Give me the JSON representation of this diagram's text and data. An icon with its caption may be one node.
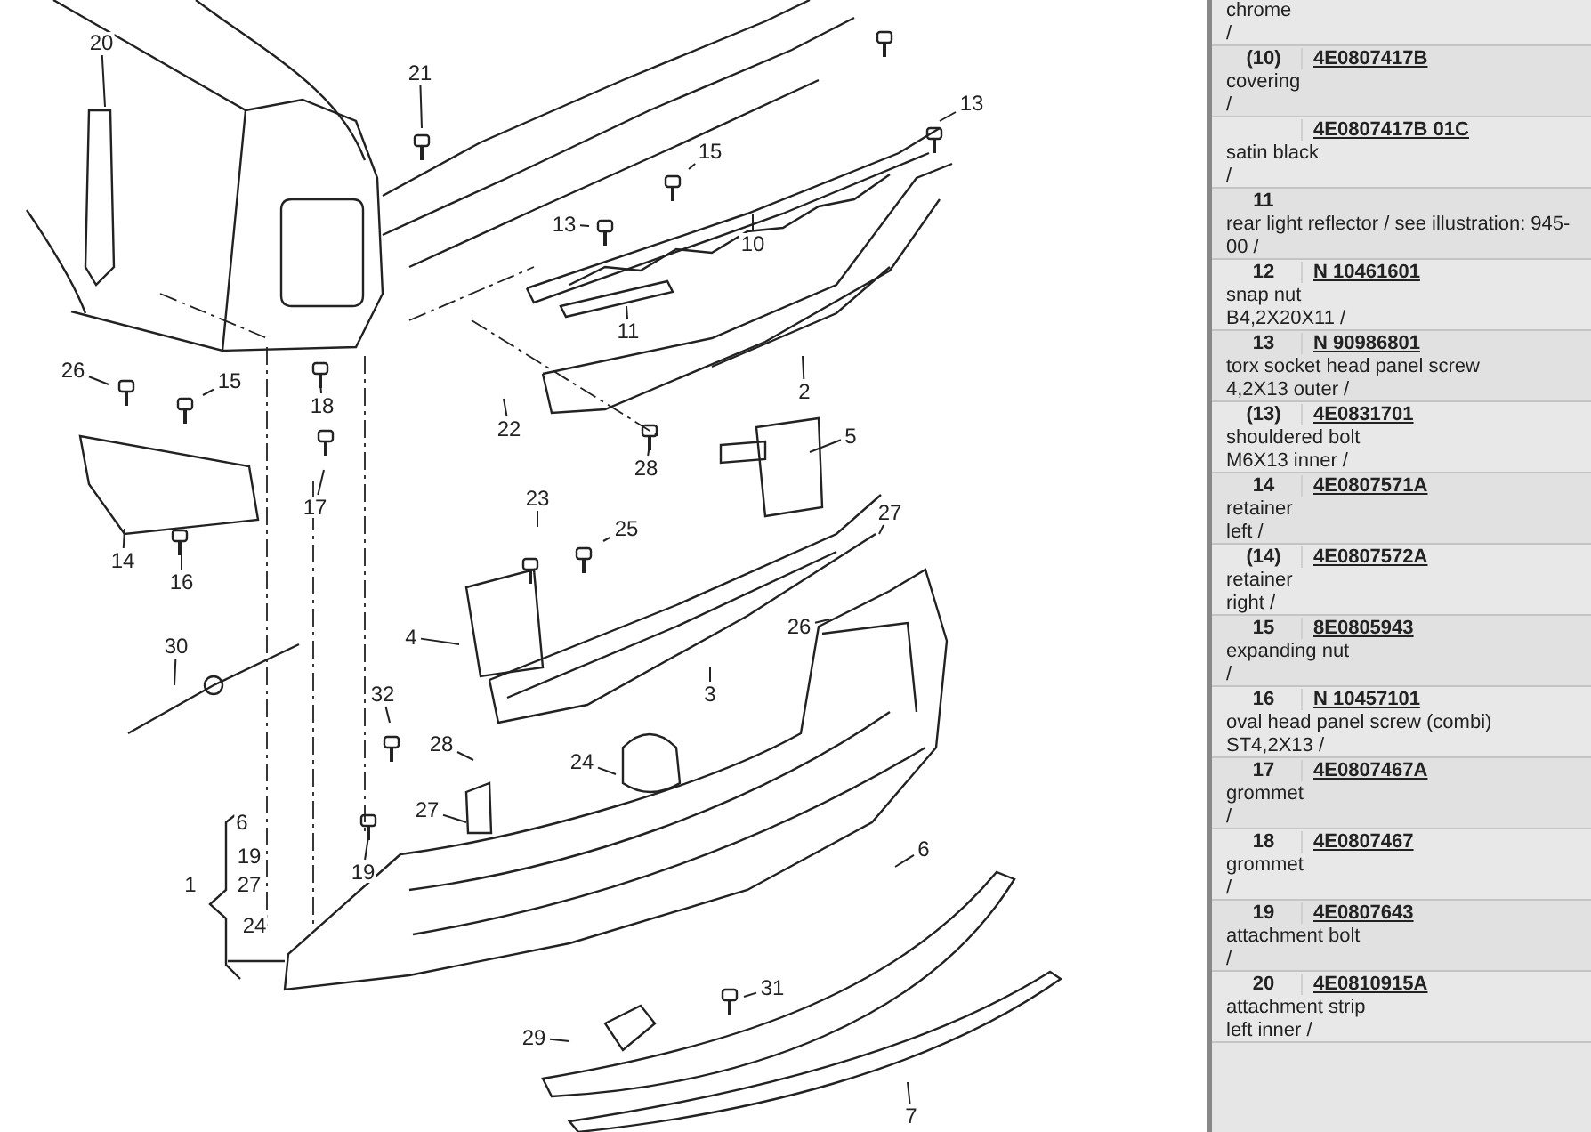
{
  "diagram": {
    "nodes": [
      {
        "text": [
          "20"
        ]
      },
      {
        "text": [
          "21"
        ]
      },
      {
        "text": [
          "13"
        ]
      },
      {
        "text": [
          "15"
        ]
      },
      {
        "text": [
          "13"
        ]
      },
      {
        "text": [
          "10"
        ]
      },
      {
        "text": [
          "11"
        ]
      },
      {
        "text": [
          "26"
        ]
      },
      {
        "text": [
          "15"
        ]
      },
      {
        "text": [
          "2"
        ]
      },
      {
        "text": [
          "18"
        ]
      },
      {
        "text": [
          "22"
        ]
      },
      {
        "text": [
          "5"
        ]
      },
      {
        "text": [
          "28"
        ]
      },
      {
        "text": [
          "23"
        ]
      },
      {
        "text": [
          "17"
        ]
      },
      {
        "text": [
          "27"
        ]
      },
      {
        "text": [
          "25"
        ]
      },
      {
        "text": [
          "14"
        ]
      },
      {
        "text": [
          "16"
        ]
      },
      {
        "text": [
          "4"
        ]
      },
      {
        "text": [
          "30"
        ]
      },
      {
        "text": [
          "26"
        ]
      },
      {
        "text": [
          "3"
        ]
      },
      {
        "text": [
          "32"
        ]
      },
      {
        "text": [
          "28"
        ]
      },
      {
        "text": [
          "24"
        ]
      },
      {
        "text": [
          "27"
        ]
      },
      {
        "text": [
          "6"
        ]
      },
      {
        "text": [
          "19"
        ]
      },
      {
        "text": [
          "31"
        ]
      },
      {
        "text": [
          "29"
        ]
      },
      {
        "text": [
          "7"
        ]
      },
      {
        "text": [
          "1"
        ]
      },
      {
        "text": [
          "6"
        ]
      },
      {
        "text": [
          "19"
        ]
      },
      {
        "text": [
          "27"
        ]
      },
      {
        "text": [
          "24"
        ]
      }
    ],
    "edges": [
      {
        "from": 0,
        "to": null,
        "arrow": "none"
      },
      {
        "from": 1,
        "to": null,
        "arrow": "none"
      },
      {
        "from": 2,
        "to": null,
        "arrow": "none"
      },
      {
        "from": 3,
        "to": null,
        "arrow": "none"
      },
      {
        "from": 4,
        "to": null,
        "arrow": "none"
      },
      {
        "from": 5,
        "to": null,
        "arrow": "none"
      },
      {
        "from": 6,
        "to": null,
        "arrow": "none"
      },
      {
        "from": 7,
        "to": null,
        "arrow": "none"
      },
      {
        "from": 8,
        "to": null,
        "arrow": "none"
      },
      {
        "from": 9,
        "to": null,
        "arrow": "none"
      },
      {
        "from": 10,
        "to": null,
        "arrow": "none"
      },
      {
        "from": 11,
        "to": null,
        "arrow": "none"
      },
      {
        "from": 12,
        "to": null,
        "arrow": "none"
      },
      {
        "from": 13,
        "to": null,
        "arrow": "none"
      },
      {
        "from": 14,
        "to": null,
        "arrow": "none"
      },
      {
        "from": 15,
        "to": null,
        "arrow": "none"
      },
      {
        "from": 16,
        "to": null,
        "arrow": "none"
      },
      {
        "from": 17,
        "to": null,
        "arrow": "none"
      },
      {
        "from": 18,
        "to": null,
        "arrow": "none"
      },
      {
        "from": 19,
        "to": null,
        "arrow": "none"
      },
      {
        "from": 20,
        "to": null,
        "arrow": "none"
      },
      {
        "from": 21,
        "to": null,
        "arrow": "none"
      },
      {
        "from": 22,
        "to": null,
        "arrow": "none"
      },
      {
        "from": 23,
        "to": null,
        "arrow": "none"
      },
      {
        "from": 24,
        "to": null,
        "arrow": "none"
      },
      {
        "from": 25,
        "to": null,
        "arrow": "none"
      },
      {
        "from": 26,
        "to": null,
        "arrow": "none"
      },
      {
        "from": 27,
        "to": null,
        "arrow": "none"
      },
      {
        "from": 28,
        "to": null,
        "arrow": "none"
      },
      {
        "from": 29,
        "to": null,
        "arrow": "none"
      },
      {
        "from": 30,
        "to": null,
        "arrow": "none"
      },
      {
        "from": 31,
        "to": null,
        "arrow": "none"
      },
      {
        "from": 32,
        "to": null,
        "arrow": "none"
      }
    ],
    "labels": [
      "chrome",
      "/",
      "(10)",
      "4E0807417B",
      "covering",
      "/",
      "4E0807417B 01C",
      "satin black",
      "/",
      "11",
      "rear light reflector / see illustration: 945-00 /",
      "12",
      "N 10461601",
      "snap nut",
      "B4,2X20X11 /",
      "13",
      "N 90986801",
      "torx socket head panel screw",
      "4,2X13 outer /",
      "(13)",
      "4E0831701",
      "shouldered bolt",
      "M6X13 inner /",
      "14",
      "4E0807571A",
      "retainer",
      "left /",
      "(14)",
      "4E0807572A",
      "retainer",
      "right /",
      "15",
      "8E0805943",
      "expanding nut",
      "/",
      "16",
      "N 10457101",
      "oval head panel screw (combi)",
      "ST4,2X13 /",
      "17",
      "4E0807467A",
      "grommet",
      "/",
      "18",
      "4E0807467",
      "grommet",
      "/",
      "19",
      "4E0807643",
      "attachment bolt",
      "/",
      "20",
      "4E0810915A",
      "attachment strip",
      "left inner /"
    ]
  }
}
